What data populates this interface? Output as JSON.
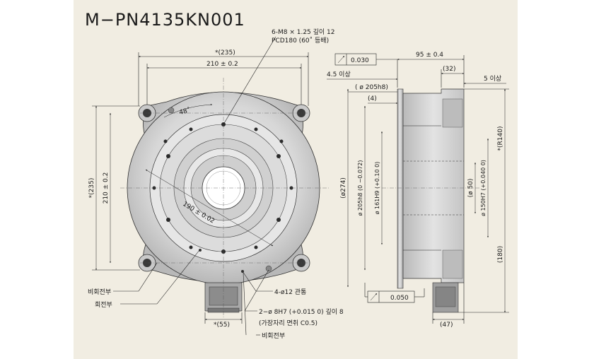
{
  "title": "M−PN4135KN001",
  "notes": {
    "tapped_holes_line1": "6-M8 × 1.25 깊이 12",
    "tapped_holes_line2": "PCD180 (60˚ 등배)",
    "through_holes": "4-ø12 관통",
    "pin_holes": "2−ø 8H7 (+0.015 0) 깊이 8",
    "chamfer": "(가장자리 면취 C0.5)",
    "non_rotating_1": "비회전부",
    "rotating": "회전부",
    "non_rotating_2": "비회전부"
  },
  "front_dims": {
    "width_overall": "*(235)",
    "width_holes": "210 ± 0.2",
    "height_overall": "*(235)",
    "height_holes": "210 ± 0.2",
    "angle": "48˚",
    "pcd": "190 ± 0.02",
    "bottom_width": "*(55)"
  },
  "side_dims": {
    "flatness_top": "0.030",
    "flatness_bottom": "0.050",
    "length": "95 ± 0.4",
    "length_32": "(32)",
    "min_45": "4.5 이상",
    "min_5": "5 이상",
    "pilot_dia": "( ø 205h8)",
    "step_4": "(4)",
    "outer_dia": "(ø274)",
    "dia_205h8": "ø 205h8 (0 −0.072)",
    "dia_161h9": "ø 161H9 (+0.10 0)",
    "bore_50": "(ø 50)",
    "dia_150h7": "ø 150H7 (+0.040 0)",
    "radius_140": "*(R140)",
    "height_180": "(180)",
    "bottom_47": "(47)"
  }
}
